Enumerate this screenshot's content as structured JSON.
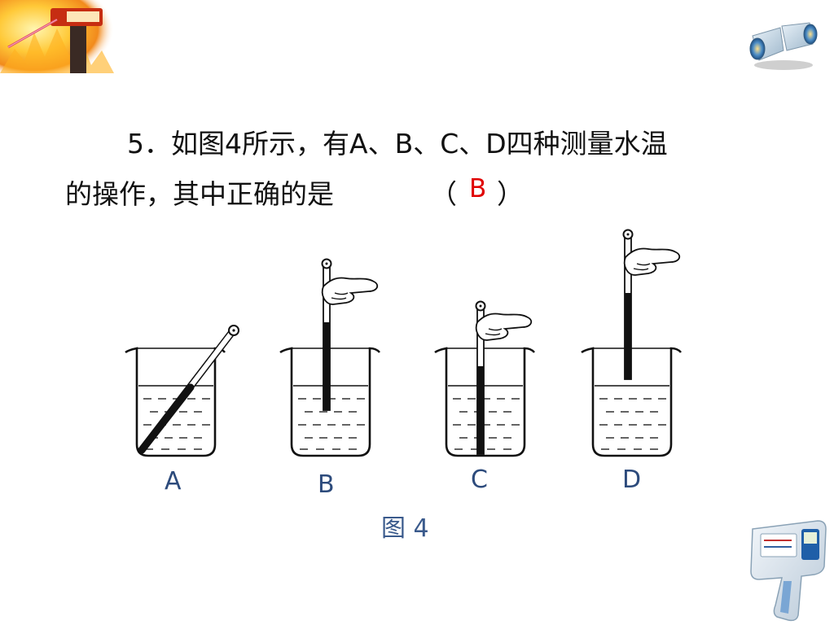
{
  "question": {
    "line1": "5．如图4所示，有A、B、C、D四种测量水温",
    "line2": "的操作，其中正确的是",
    "paren_open": "（",
    "answer": "B",
    "paren_close": "）"
  },
  "figure": {
    "labels": [
      "A",
      "B",
      "C",
      "D"
    ],
    "caption": "图 4"
  },
  "icons": {
    "top_left": "fire-thermometer-icon",
    "top_right": "binoculars-icon",
    "bottom_right": "infrared-thermometer-icon"
  },
  "colors": {
    "answer": "#e00000",
    "label": "#2d4b7c"
  }
}
